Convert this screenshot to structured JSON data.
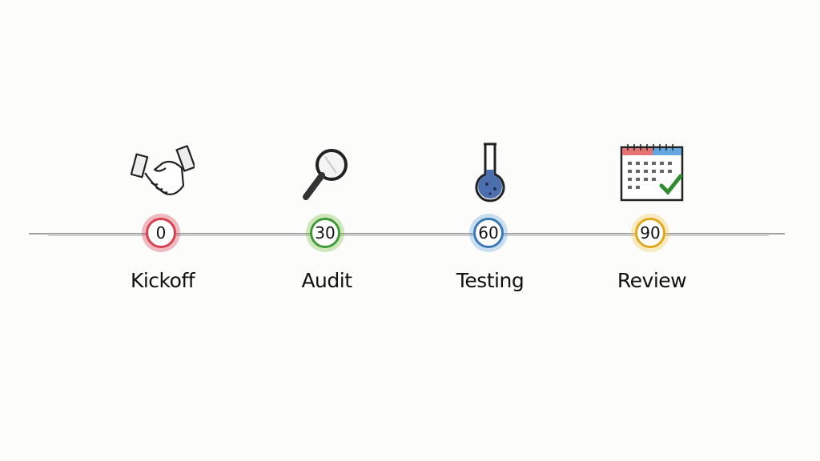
{
  "milestones": [
    {
      "day": "0",
      "label": "Kickoff",
      "icon": "handshake-icon",
      "color": "#d8404f"
    },
    {
      "day": "30",
      "label": "Audit",
      "icon": "magnifying-glass-icon",
      "color": "#3f9a3a"
    },
    {
      "day": "60",
      "label": "Testing",
      "icon": "flask-icon",
      "color": "#3b78b5"
    },
    {
      "day": "90",
      "label": "Review",
      "icon": "calendar-check-icon",
      "color": "#e0a91c"
    }
  ]
}
